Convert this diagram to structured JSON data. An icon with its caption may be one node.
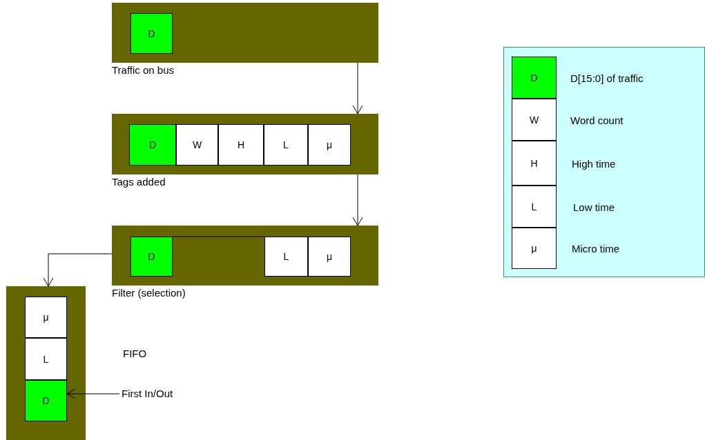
{
  "diagram": {
    "nodes": [
      {
        "text": [
          "Traffic on bus"
        ]
      },
      {
        "text": [
          "D"
        ],
        "in": 0
      },
      {
        "text": [
          "Tags added"
        ]
      },
      {
        "text": [
          "D"
        ],
        "in": 2
      },
      {
        "text": [
          "W"
        ],
        "in": 2
      },
      {
        "text": [
          "H"
        ],
        "in": 2
      },
      {
        "text": [
          "L"
        ],
        "in": 2
      },
      {
        "text": [
          "μ"
        ],
        "in": 2
      },
      {
        "text": [
          "Filter (selection)"
        ]
      },
      {
        "text": [
          "D"
        ],
        "in": 8
      },
      {
        "text": [
          "L"
        ],
        "in": 8
      },
      {
        "text": [
          "μ"
        ],
        "in": 8
      },
      {
        "text": [],
        "shape": "box"
      },
      {
        "text": [
          "μ"
        ],
        "in": 12
      },
      {
        "text": [
          "L"
        ],
        "in": 12
      },
      {
        "text": [
          "D"
        ],
        "in": 12
      },
      {
        "text": [
          "First In/Out"
        ]
      },
      {
        "text": [],
        "shape": "box"
      },
      {
        "text": [
          "D"
        ],
        "in": 17,
        "beside": [
          "D[15:0] of traffic"
        ]
      },
      {
        "text": [
          "W"
        ],
        "in": 17,
        "beside": [
          "Word count"
        ]
      },
      {
        "text": [
          "H"
        ],
        "in": 17,
        "beside": [
          "High time"
        ]
      },
      {
        "text": [
          "L"
        ],
        "in": 17,
        "beside": [
          "Low time"
        ]
      },
      {
        "text": [
          "μ"
        ],
        "in": 17,
        "beside": [
          "Micro time"
        ]
      }
    ],
    "edges": [
      {
        "from": 0,
        "to": 2,
        "arrow": "to"
      },
      {
        "from": 2,
        "to": 8,
        "arrow": "to"
      },
      {
        "from": 9,
        "to": 10,
        "arrow": "none"
      },
      {
        "from": 8,
        "to": 12,
        "arrow": "to"
      },
      {
        "from": 16,
        "to": 15,
        "arrow": "to"
      }
    ],
    "labels": [
      "FIFO"
    ]
  }
}
